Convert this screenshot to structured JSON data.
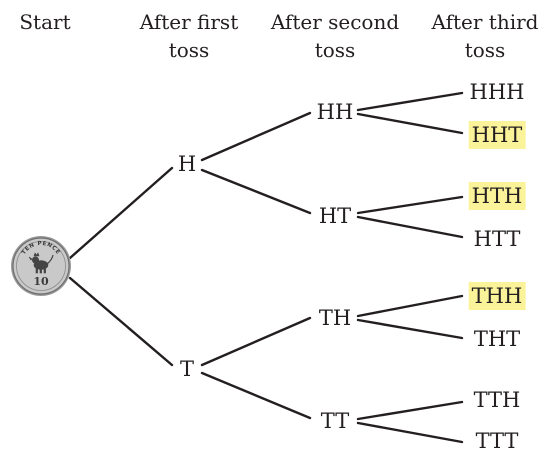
{
  "headers": {
    "start": "Start",
    "first_line1": "After first",
    "first_line2": "toss",
    "second_line1": "After second",
    "second_line2": "toss",
    "third_line1": "After third",
    "third_line2": "toss"
  },
  "coin": {
    "top_text": "TEN PENCE",
    "value": "10"
  },
  "nodes": {
    "first": [
      "H",
      "T"
    ],
    "second": [
      "HH",
      "HT",
      "TH",
      "TT"
    ],
    "third": [
      "HHH",
      "HHT",
      "HTH",
      "HTT",
      "THH",
      "THT",
      "TTH",
      "TTT"
    ]
  },
  "highlighted": [
    "HHT",
    "HTH",
    "THH"
  ],
  "colors": {
    "highlight": "#fbf39a",
    "ink": "#231f20",
    "coin_fill": "#c9c9c9",
    "coin_edge": "#6d6d6d"
  }
}
